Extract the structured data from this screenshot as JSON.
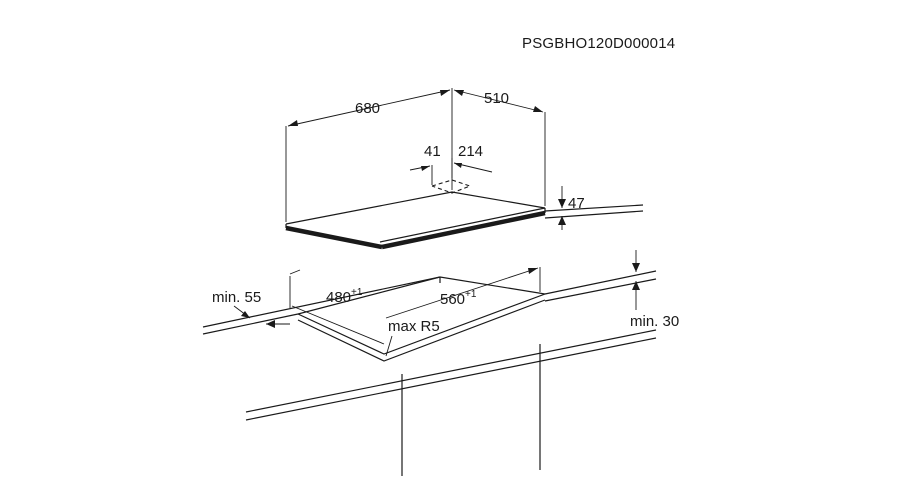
{
  "product_code": "PSGBHO120D000014",
  "dimensions": {
    "hob_width": "680",
    "hob_depth": "510",
    "offset_left": "41",
    "offset_right": "214",
    "hob_height": "47",
    "cutout_depth": "480",
    "cutout_depth_tolerance": "+1",
    "cutout_width": "560",
    "cutout_width_tolerance": "+1",
    "corner_radius": "max R5",
    "min_front_clearance": "min. 55",
    "min_worktop_thickness": "min. 30"
  }
}
